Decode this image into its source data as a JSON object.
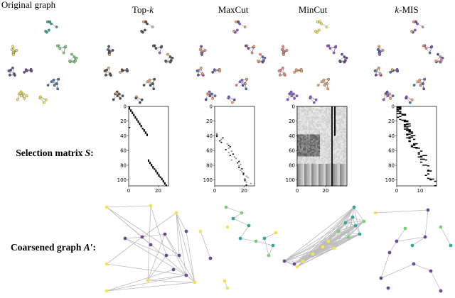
{
  "figure": {
    "column_titles": {
      "original": "Original graph",
      "topk_prefix": "Top-",
      "topk_italic": "k",
      "maxcut": "MaxCut",
      "mincut": "MinCut",
      "kmis_italic": "k",
      "kmis_suffix": "-MIS"
    },
    "row_labels": {
      "selection_prefix": "Selection matrix ",
      "selection_symbol": "S",
      "selection_colon": ":",
      "coarsened_prefix": "Coarsened graph ",
      "coarsened_symbol": "A′",
      "coarsened_colon": ":"
    },
    "colors": {
      "purple": "#6a4c93",
      "violet": "#8e5bd6",
      "blue": "#4a6fb5",
      "teal": "#3aa69b",
      "green": "#7ccf7a",
      "yellow": "#f2e35a",
      "orange": "#f0a46a",
      "pink": "#e98a8a",
      "gray": "#555555",
      "edge": "#bdbdbd"
    },
    "matrix_axes": {
      "y_ticks": [
        "0",
        "20",
        "40",
        "60",
        "80",
        "100"
      ],
      "topk_x_ticks": [
        "0",
        "20"
      ],
      "maxcut_x_ticks": [
        "0",
        "20"
      ],
      "mincut_x_ticks": [
        "0",
        "20"
      ],
      "kmis_x_ticks": [
        "0",
        "10"
      ]
    }
  }
}
